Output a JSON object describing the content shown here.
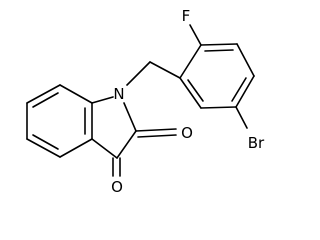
{
  "molecule": {
    "atoms": {
      "fluorine": "F",
      "nitrogen": "N",
      "bromine": "Br",
      "oxygen_upper": "O",
      "oxygen_lower": "O"
    }
  }
}
